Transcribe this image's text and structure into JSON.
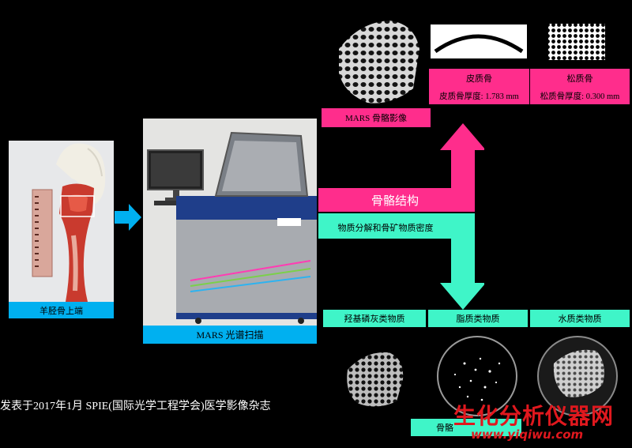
{
  "colors": {
    "blue": "#00b0f0",
    "pink": "#ff2d8c",
    "teal": "#3ff5c8",
    "watermark": "#e0181e"
  },
  "labels": {
    "bone_sample": "羊胫骨上端",
    "mars_scan": "MARS 光谱扫描",
    "mars_image": "MARS 骨骼影像",
    "bone_structure": "骨骼结构",
    "cortical_title": "皮质骨",
    "cortical_thickness": "皮质骨厚度: 1.783 mm",
    "cancellous_title": "松质骨",
    "cancellous_thickness": "松质骨厚度: 0.300 mm",
    "material_decomp": "物质分解和骨矿物质密度",
    "hydroxyapatite": "羟基磷灰类物质",
    "lipid": "脂质类物质",
    "water": "水质类物质",
    "bottom_partial": "骨骼"
  },
  "footnote": "发表于2017年1月 SPIE(国际光学工程学会)医学影像杂志",
  "watermark": {
    "text": "生化分析仪器网",
    "url": "www.yiqiwu.com"
  }
}
